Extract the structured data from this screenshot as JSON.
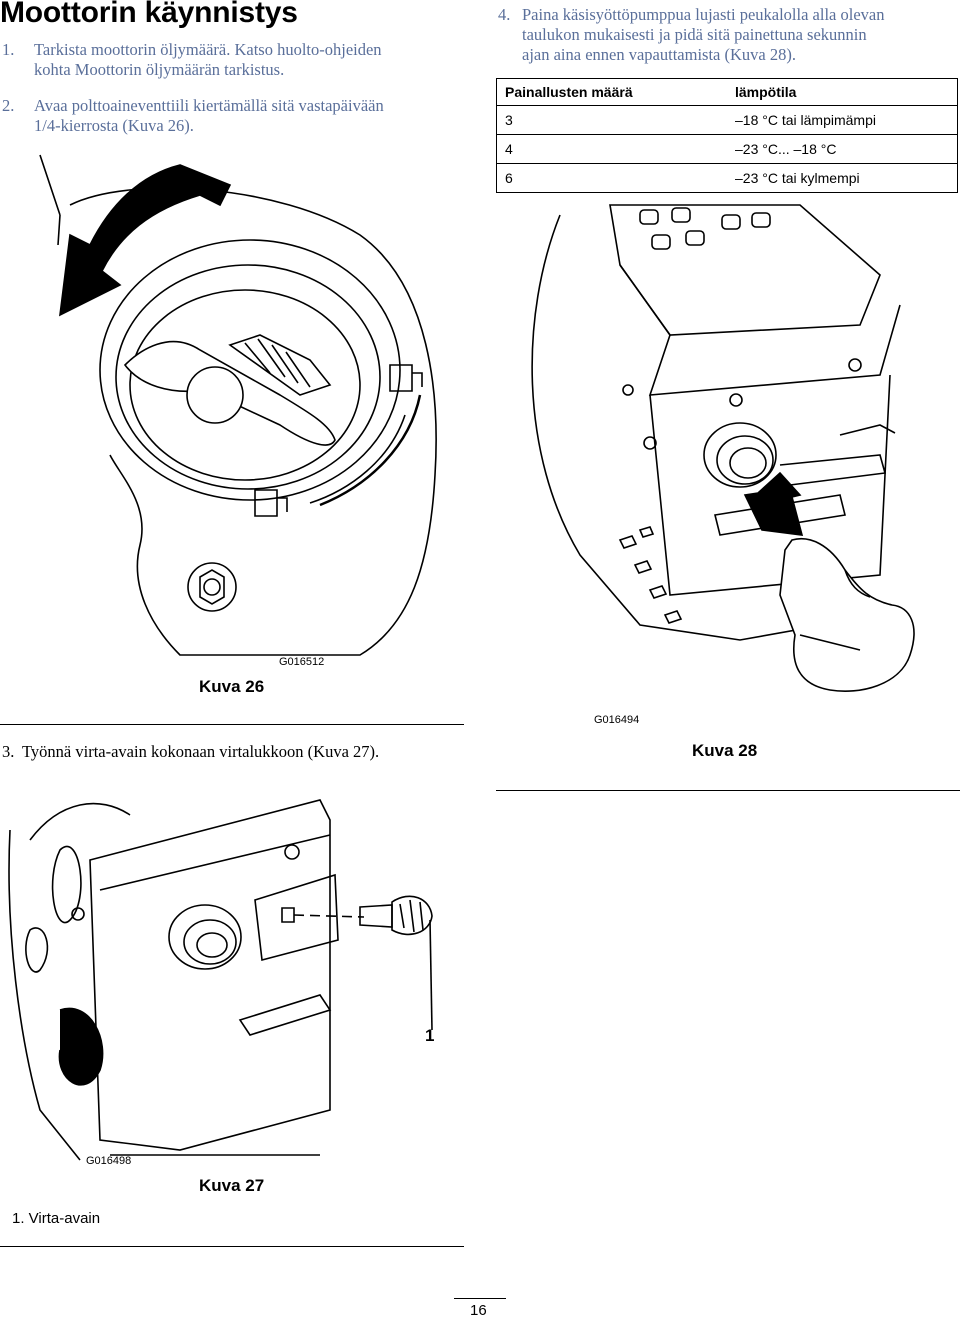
{
  "title": "Moottorin käynnistys",
  "steps": [
    {
      "num": "1.",
      "lines": [
        "Tarkista moottorin öljymäärä. Katso huolto-ohjeiden",
        "kohta Moottorin öljymäärän tarkistus."
      ]
    },
    {
      "num": "2.",
      "lines": [
        "Avaa polttoaineventtiili kiertämällä sitä vastapäivään",
        "1/4-kierrosta (Kuva 26)."
      ]
    },
    {
      "num": "3.",
      "lines": [
        "Työnnä virta-avain kokonaan virtalukkoon (Kuva 27)."
      ]
    },
    {
      "num": "4.",
      "lines": [
        "Paina käsisyöttöpumppua lujasti peukalolla alla olevan",
        "taulukon mukaisesti ja pidä sitä painettuna sekunnin",
        "ajan aina ennen vapauttamista (Kuva 28)."
      ]
    }
  ],
  "table": {
    "headers": [
      "Painallusten määrä",
      "lämpötila"
    ],
    "rows": [
      [
        "3",
        "–18 °C tai lämpimämpi"
      ],
      [
        "4",
        "–23 °C... –18 °C"
      ],
      [
        "6",
        "–23 °C tai kylmempi"
      ]
    ]
  },
  "figures": {
    "fig26": {
      "caption": "Kuva 26",
      "code": "G016512"
    },
    "fig27": {
      "caption": "Kuva 27",
      "code": "G016498",
      "callout": "1",
      "legend": "1.  Virta-avain"
    },
    "fig28": {
      "caption": "Kuva 28",
      "code": "G016494"
    }
  },
  "page_number": "16"
}
